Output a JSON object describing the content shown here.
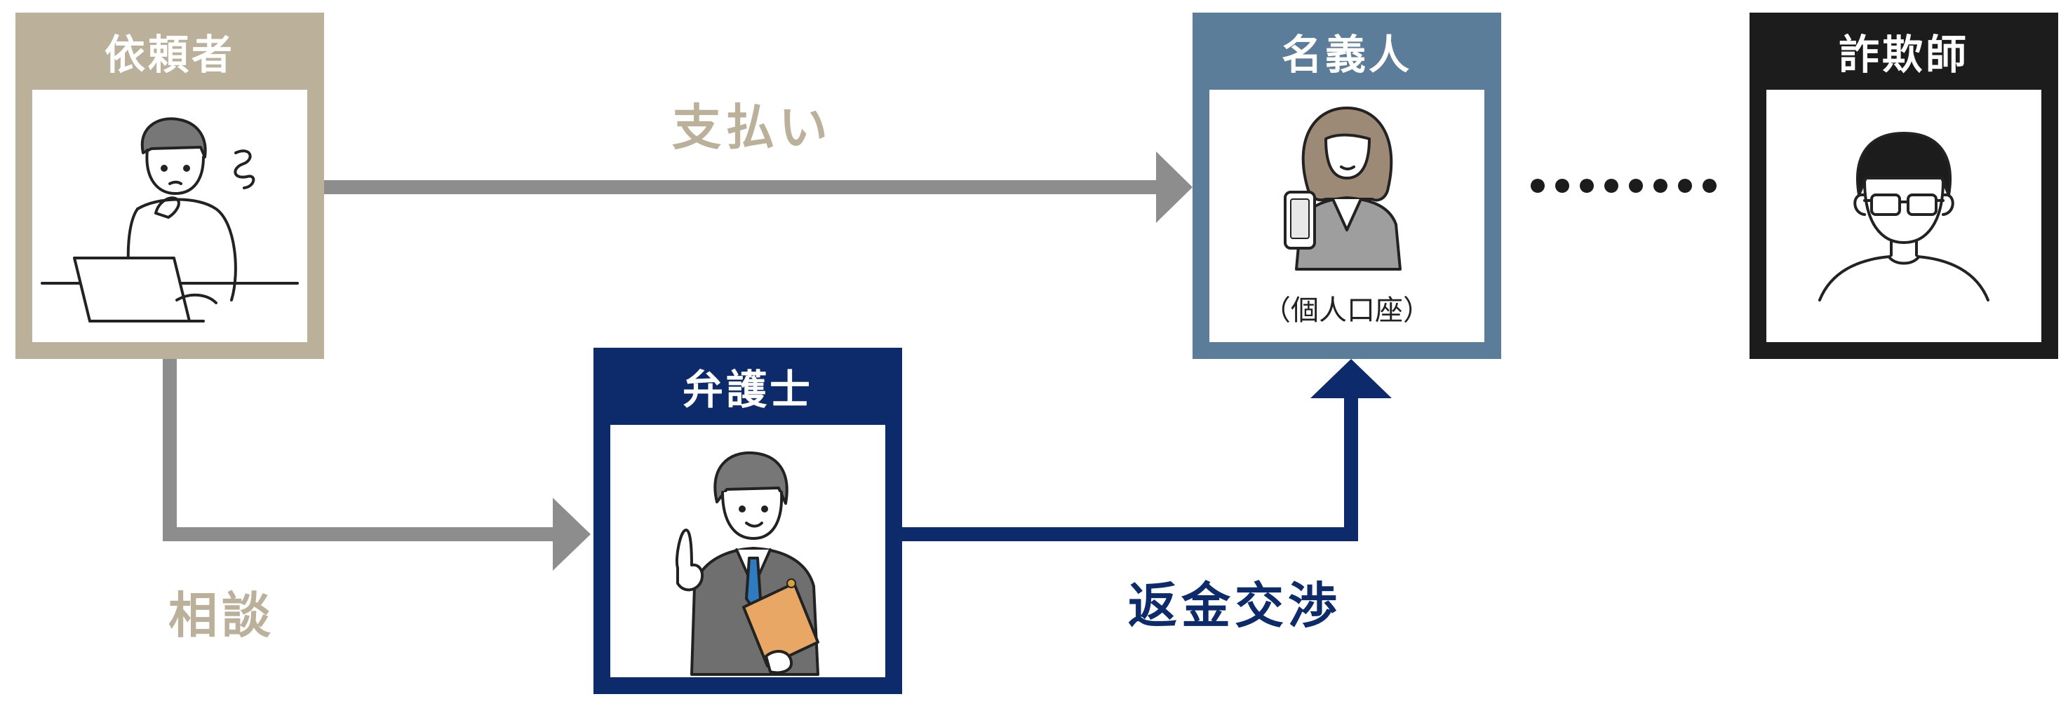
{
  "nodes": {
    "client": {
      "title": "依頼者"
    },
    "nominee": {
      "title": "名義人",
      "note": "（個人口座）"
    },
    "fraudster": {
      "title": "詐欺師"
    },
    "lawyer": {
      "title": "弁護士"
    }
  },
  "edges": {
    "payment": "支払い",
    "consult": "相談",
    "refund": "返金交渉"
  },
  "colors": {
    "client": "#bbb09a",
    "nominee": "#5c7d9a",
    "fraudster": "#1c1c1c",
    "lawyer": "#0d2a6b",
    "gray_arrow": "#8d8d8d"
  }
}
